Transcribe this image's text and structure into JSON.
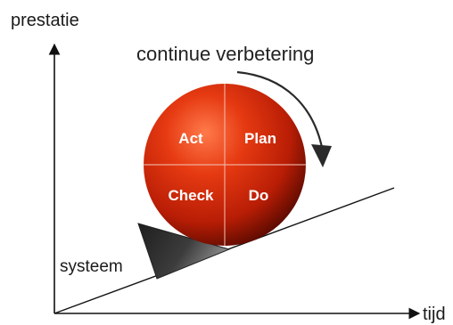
{
  "axes": {
    "y_label": "prestatie",
    "x_label": "tijd"
  },
  "caption": "continue verbetering",
  "wheel": {
    "quadrants": {
      "top_left": "Act",
      "top_right": "Plan",
      "bottom_left": "Check",
      "bottom_right": "Do"
    }
  },
  "wedge_label": "systeem",
  "colors": {
    "wheel_highlight": "#ff6a3a",
    "wheel_mid": "#d42a0a",
    "wheel_dark": "#6e0d02",
    "axis": "#111111",
    "wedge_dark": "#2a2a2a",
    "wedge_light": "#7a7a7a"
  }
}
